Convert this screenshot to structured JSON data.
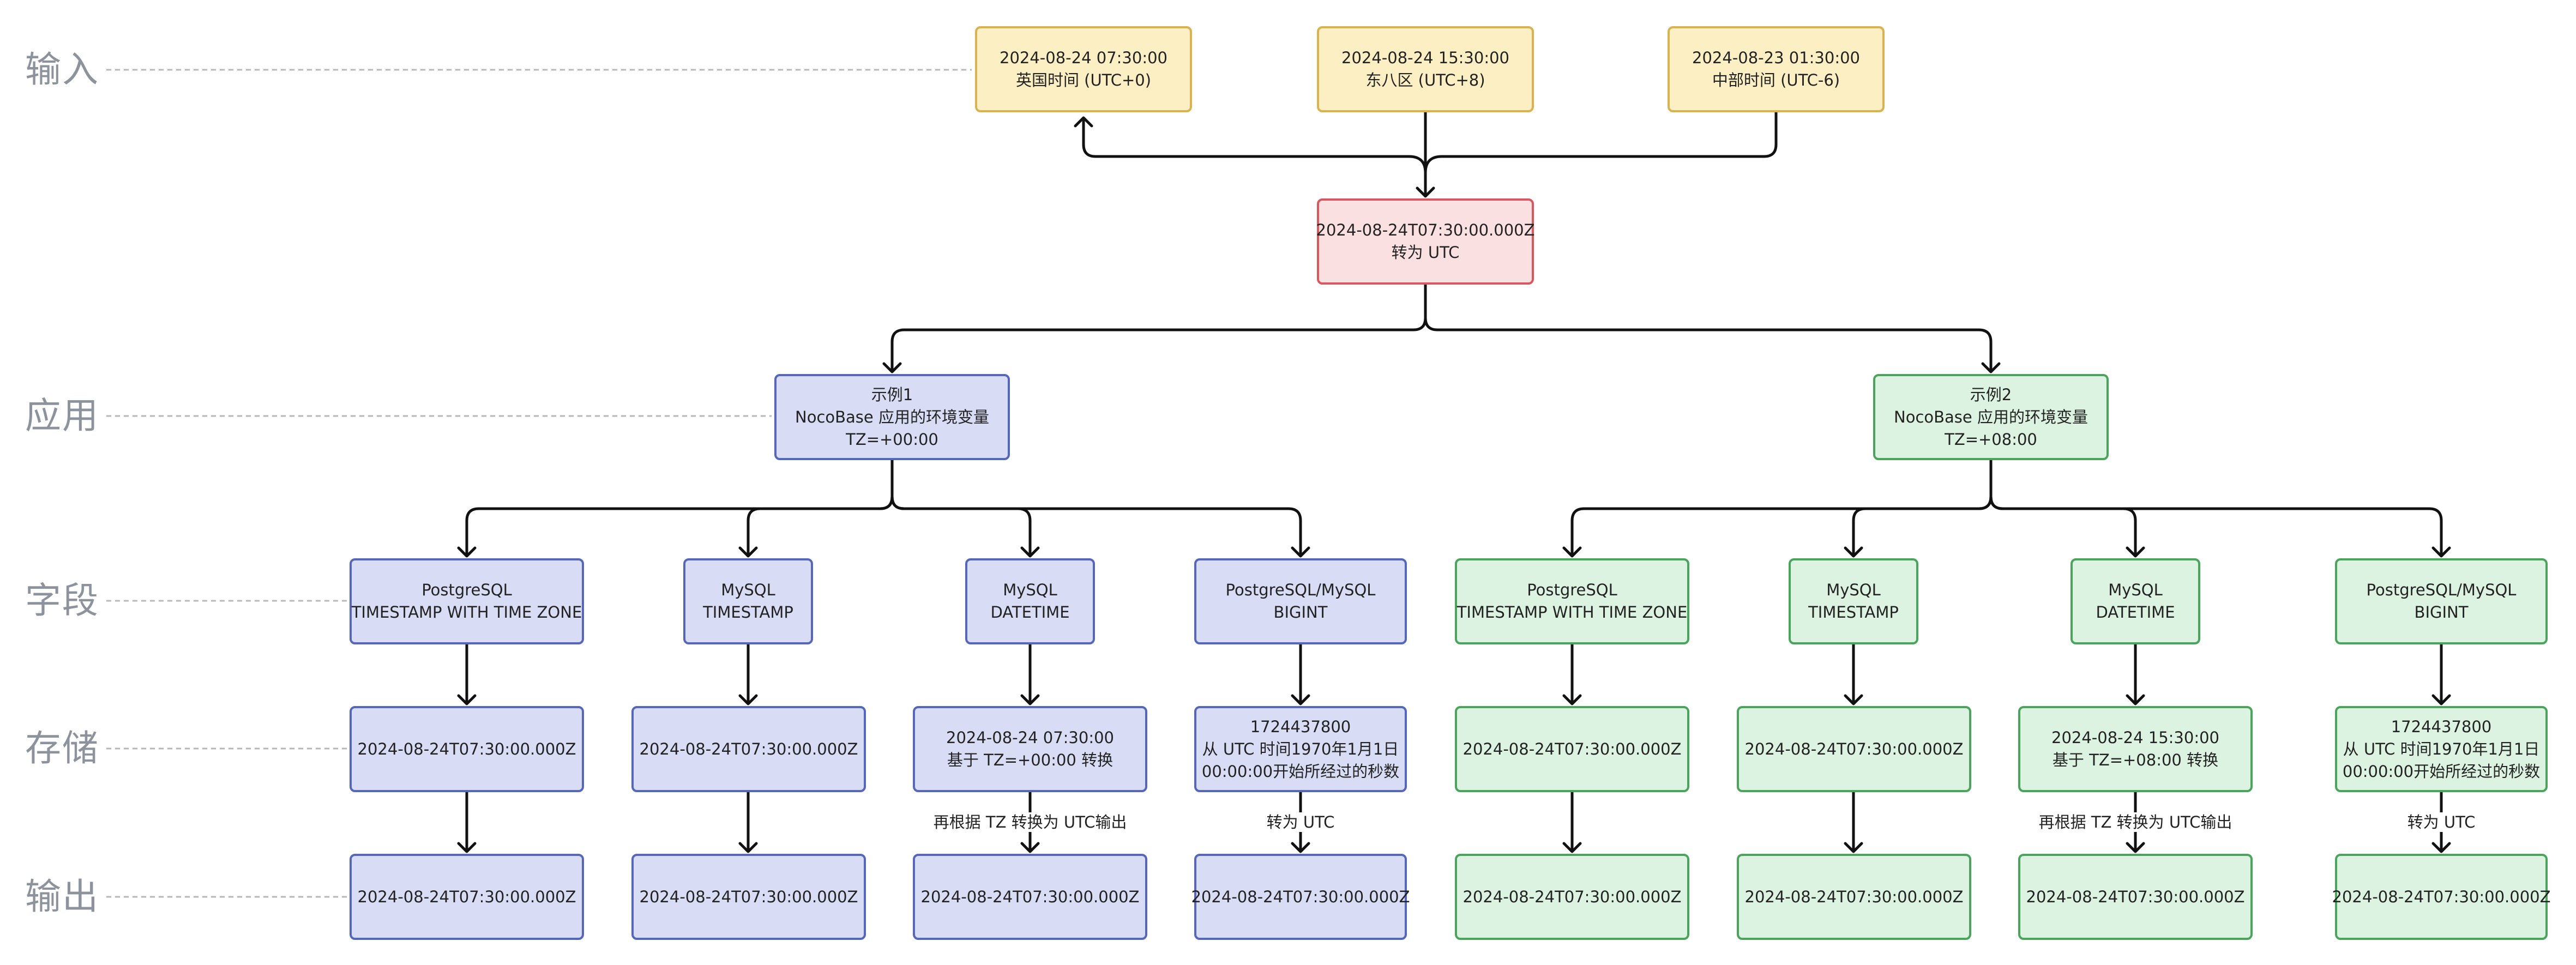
{
  "colors": {
    "input_fill": "#fcefc4",
    "input_border": "#d8b350",
    "utc_fill": "#fbe0e2",
    "utc_border": "#d9575f",
    "example1_fill": "#d8dcf4",
    "example1_border": "#5667b9",
    "example2_fill": "#dcf3e1",
    "example2_border": "#4aa45c",
    "row_label_color": "#8c939c"
  },
  "rows": {
    "input": "输入",
    "app": "应用",
    "field": "字段",
    "storage": "存储",
    "output": "输出"
  },
  "inputs": [
    {
      "line1": "2024-08-24 07:30:00",
      "line2": "英国时间 (UTC+0)"
    },
    {
      "line1": "2024-08-24 15:30:00",
      "line2": "东八区 (UTC+8)"
    },
    {
      "line1": "2024-08-23 01:30:00",
      "line2": "中部时间 (UTC-6)"
    }
  ],
  "utc": {
    "line1": "2024-08-24T07:30:00.000Z",
    "line2": "转为 UTC"
  },
  "examples": [
    {
      "title": "示例1",
      "desc": "NocoBase 应用的环境变量",
      "tz": "TZ=+00:00"
    },
    {
      "title": "示例2",
      "desc": "NocoBase 应用的环境变量",
      "tz": "TZ=+08:00"
    }
  ],
  "fields1": [
    {
      "line1": "PostgreSQL",
      "line2": "TIMESTAMP WITH TIME ZONE"
    },
    {
      "line1": "MySQL",
      "line2": "TIMESTAMP"
    },
    {
      "line1": "MySQL",
      "line2": "DATETIME"
    },
    {
      "line1": "PostgreSQL/MySQL",
      "line2": "BIGINT"
    }
  ],
  "fields2": [
    {
      "line1": "PostgreSQL",
      "line2": "TIMESTAMP WITH TIME ZONE"
    },
    {
      "line1": "MySQL",
      "line2": "TIMESTAMP"
    },
    {
      "line1": "MySQL",
      "line2": "DATETIME"
    },
    {
      "line1": "PostgreSQL/MySQL",
      "line2": "BIGINT"
    }
  ],
  "storage1": [
    {
      "lines": [
        "2024-08-24T07:30:00.000Z"
      ]
    },
    {
      "lines": [
        "2024-08-24T07:30:00.000Z"
      ]
    },
    {
      "lines": [
        "2024-08-24 07:30:00",
        "基于 TZ=+00:00 转换"
      ]
    },
    {
      "lines": [
        "1724437800",
        "从 UTC 时间1970年1月1日",
        "00:00:00开始所经过的秒数"
      ]
    }
  ],
  "storage2": [
    {
      "lines": [
        "2024-08-24T07:30:00.000Z"
      ]
    },
    {
      "lines": [
        "2024-08-24T07:30:00.000Z"
      ]
    },
    {
      "lines": [
        "2024-08-24 15:30:00",
        "基于 TZ=+08:00 转换"
      ]
    },
    {
      "lines": [
        "1724437800",
        "从 UTC 时间1970年1月1日",
        "00:00:00开始所经过的秒数"
      ]
    }
  ],
  "outputs1": [
    "2024-08-24T07:30:00.000Z",
    "2024-08-24T07:30:00.000Z",
    "2024-08-24T07:30:00.000Z",
    "2024-08-24T07:30:00.000Z"
  ],
  "outputs2": [
    "2024-08-24T07:30:00.000Z",
    "2024-08-24T07:30:00.000Z",
    "2024-08-24T07:30:00.000Z",
    "2024-08-24T07:30:00.000Z"
  ],
  "edge_labels": {
    "datetime_to_output": "再根据 TZ 转换为 UTC输出",
    "bigint_to_output": "转为 UTC"
  }
}
